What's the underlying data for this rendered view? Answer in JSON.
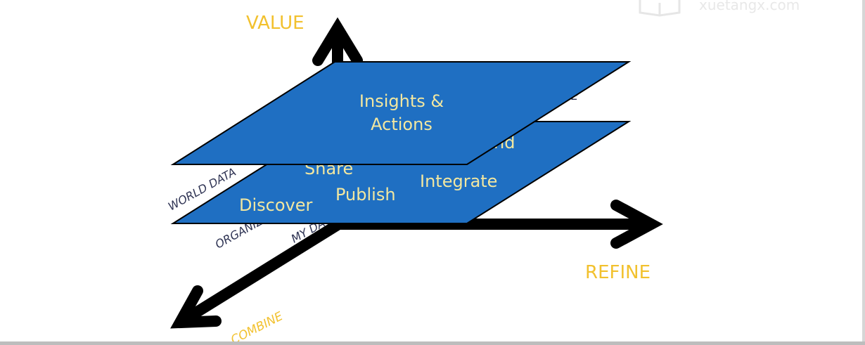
{
  "watermark": {
    "text": "xuetangx.com",
    "icon": "book-logo-icon"
  },
  "axes": {
    "vertical": "VALUE",
    "horizontal": "REFINE",
    "depth": "COMBINE"
  },
  "side_labels": {
    "world": "WORLD DATA",
    "organization": "ORGANIZ",
    "my": "MY DA"
  },
  "bottom_plane": {
    "labels": {
      "discover": "Discover",
      "share": "Share",
      "publish": "Publish",
      "integrate": "Integrate",
      "partial": "nd"
    }
  },
  "top_plane": {
    "line1": "Insights &",
    "line2": "Actions",
    "partial": "E"
  },
  "colors": {
    "plane": "#1f6fc2",
    "axis": "#000000",
    "accent": "#f2c12e",
    "plane_text": "#f2e7a0"
  }
}
